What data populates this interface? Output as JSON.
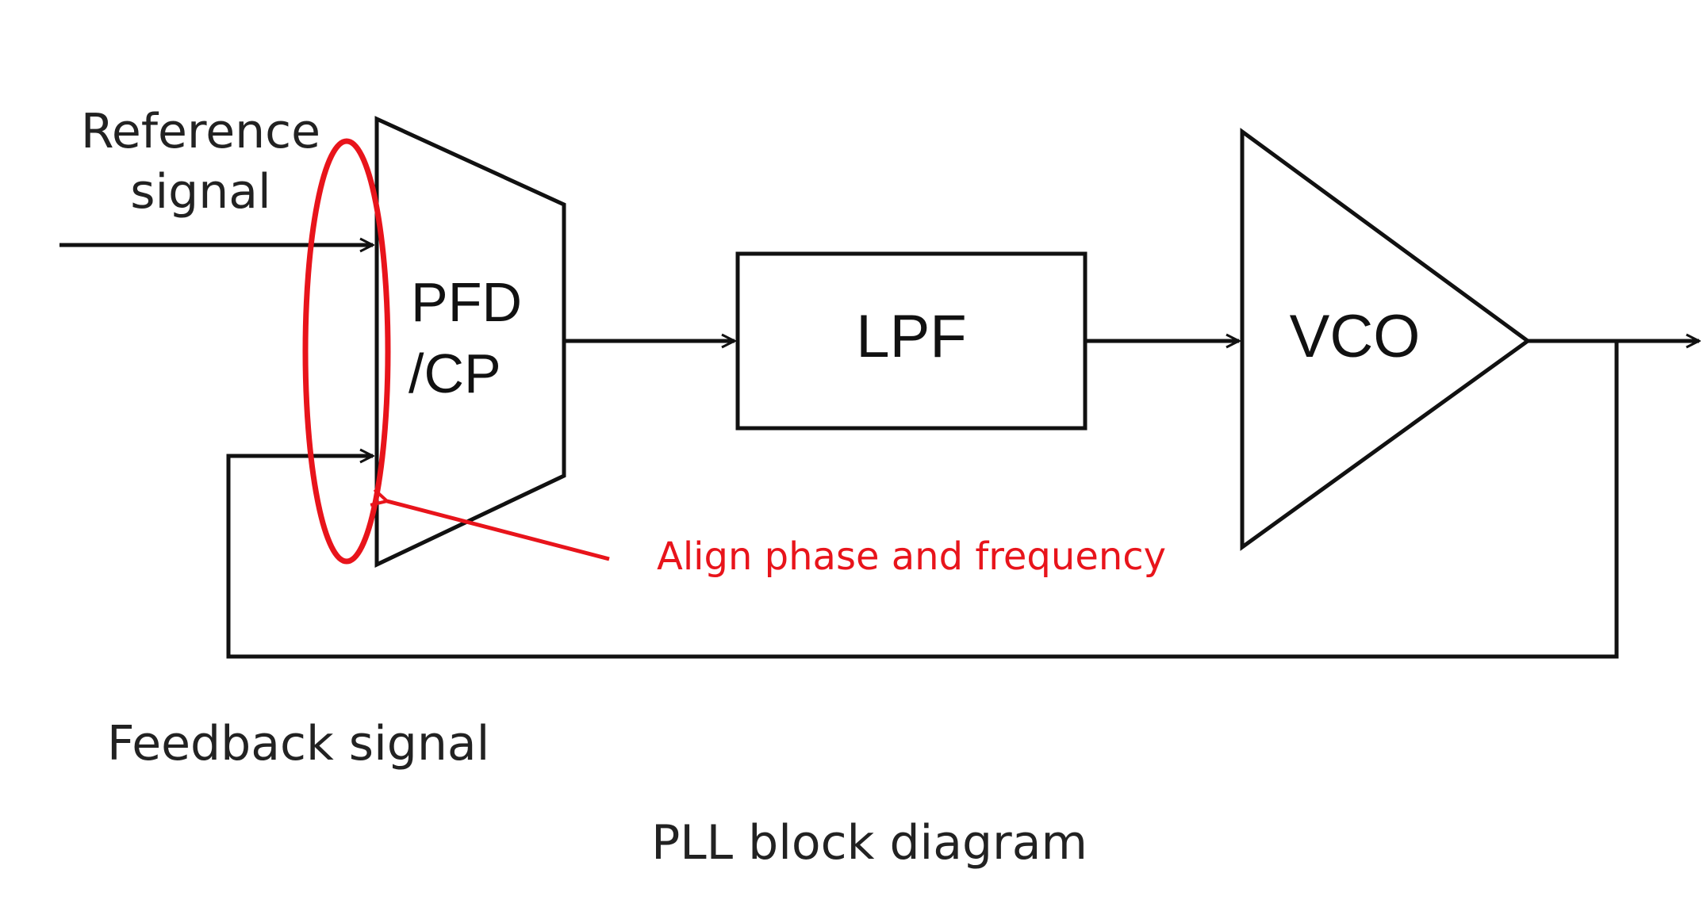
{
  "labels": {
    "reference_line1": "Reference",
    "reference_line2": "signal",
    "feedback": "Feedback signal",
    "caption": "PLL block diagram",
    "annotation": "Align phase and frequency"
  },
  "blocks": {
    "pfd_line1": "PFD",
    "pfd_line2": "/CP",
    "lpf": "LPF",
    "vco": "VCO"
  },
  "colors": {
    "line": "#111111",
    "text": "#222222",
    "highlight": "#e8141b"
  }
}
